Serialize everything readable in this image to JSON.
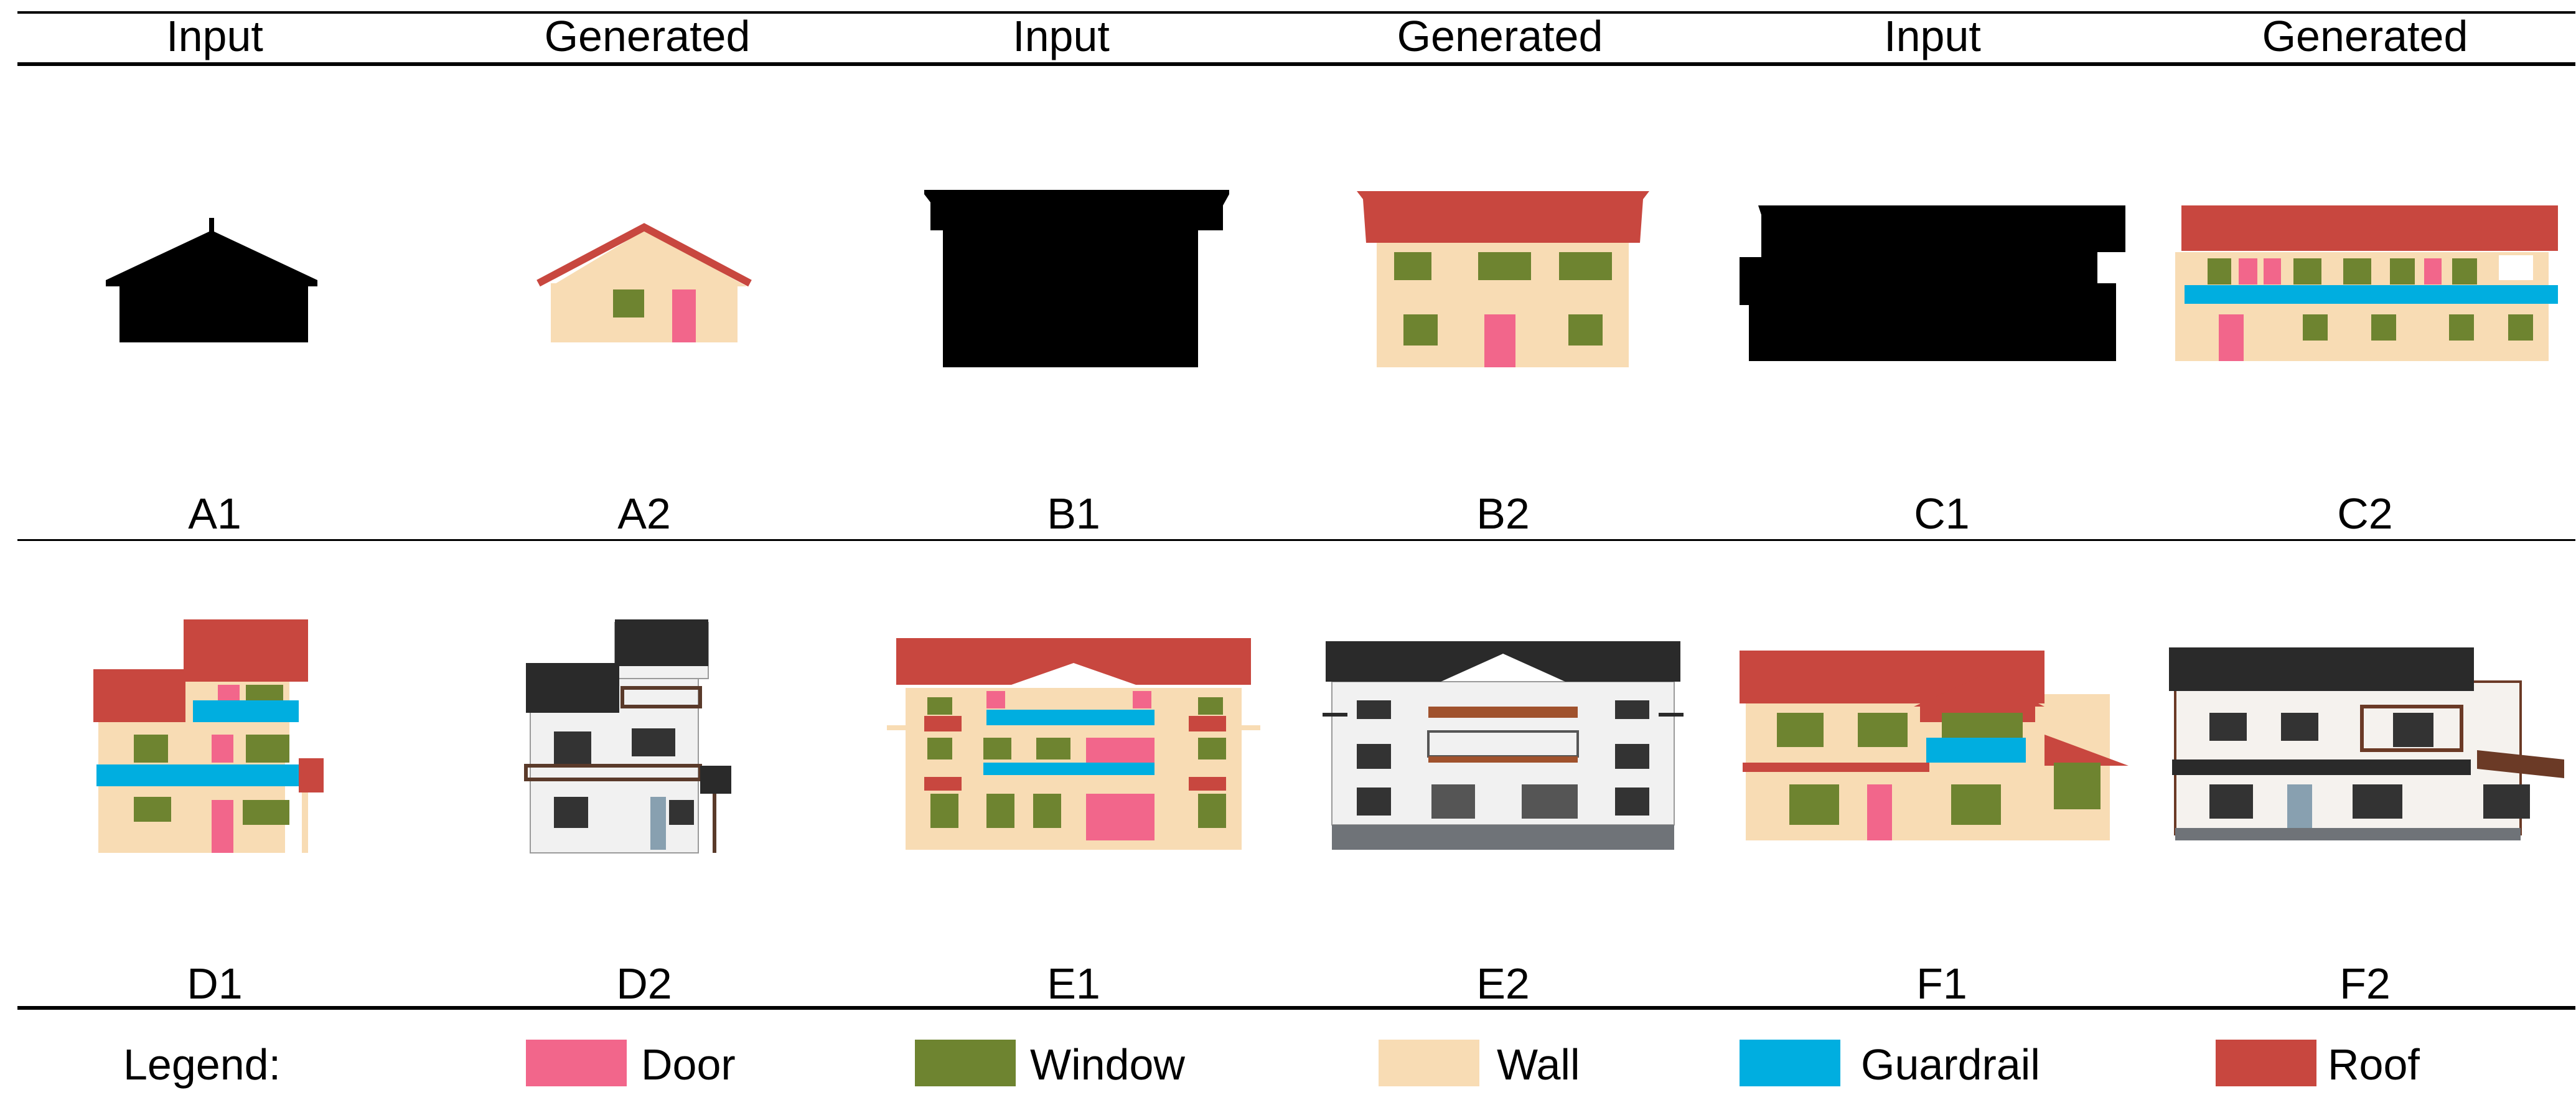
{
  "headers": [
    "Input",
    "Generated",
    "Input",
    "Generated",
    "Input",
    "Generated"
  ],
  "row1_labels": [
    "A1",
    "A2",
    "B1",
    "B2",
    "C1",
    "C2"
  ],
  "row2_labels": [
    "D1",
    "D2",
    "E1",
    "E2",
    "F1",
    "F2"
  ],
  "legend": {
    "title": "Legend:",
    "items": [
      {
        "label": "Door",
        "color": "#f2668b"
      },
      {
        "label": "Window",
        "color": "#6e8430"
      },
      {
        "label": "Wall",
        "color": "#f8dcb4"
      },
      {
        "label": "Guardrail",
        "color": "#00aee0"
      },
      {
        "label": "Roof",
        "color": "#c8473f"
      }
    ]
  },
  "colors": {
    "door": "#f2668b",
    "window": "#6e8430",
    "wall": "#f8dcb4",
    "guardrail": "#00aee0",
    "roof": "#c8473f",
    "silhouette": "#000000",
    "dark_roof": "#2a2a2a",
    "render_wall": "#f1f1f1"
  }
}
